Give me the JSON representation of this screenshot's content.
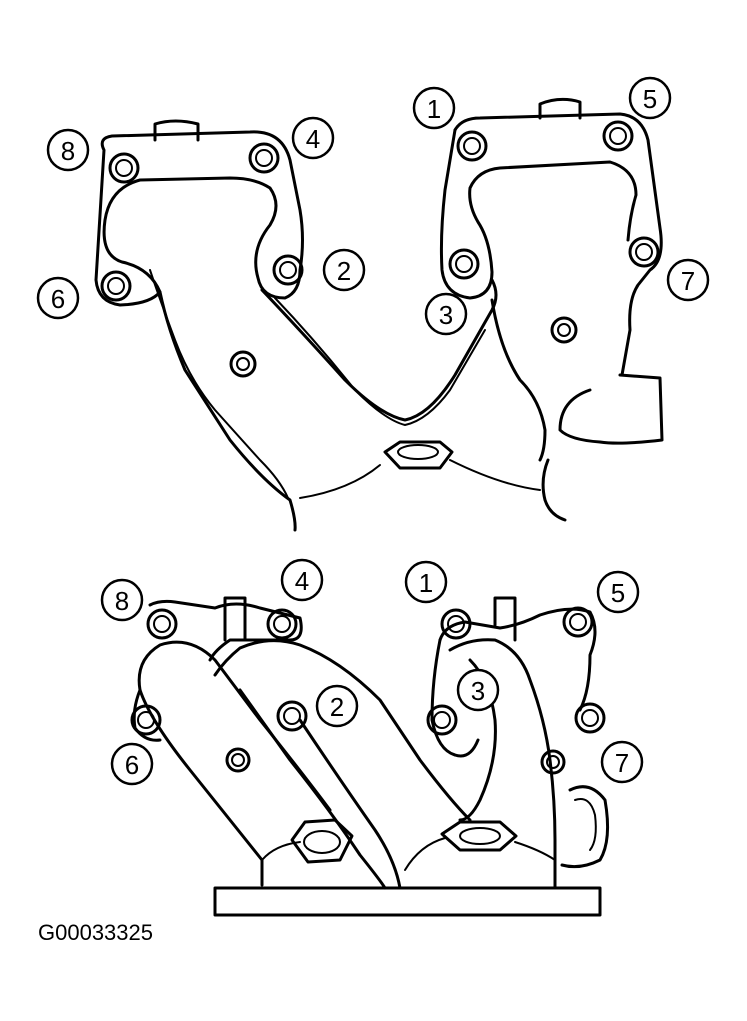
{
  "figure_id": "G00033325",
  "callouts": {
    "top": [
      "8",
      "4",
      "1",
      "5",
      "6",
      "2",
      "3",
      "7"
    ],
    "bottom": [
      "8",
      "4",
      "1",
      "5",
      "2",
      "3",
      "6",
      "7"
    ]
  },
  "colors": {
    "ink": "#000000",
    "paper": "#ffffff"
  }
}
